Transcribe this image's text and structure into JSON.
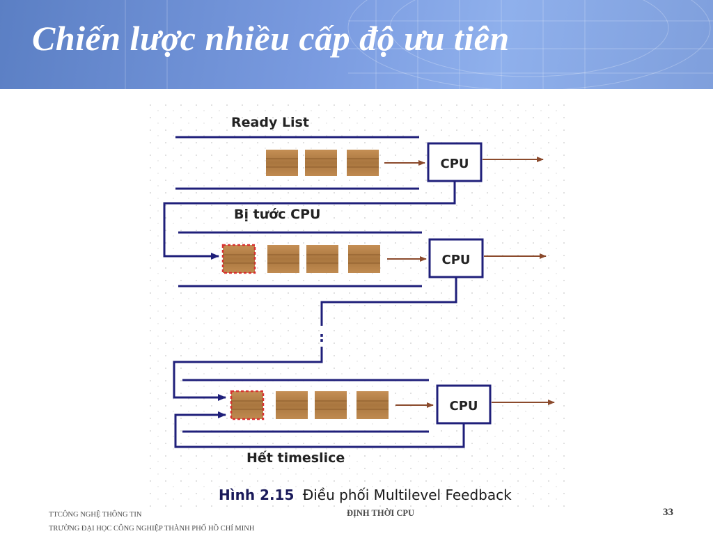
{
  "slide": {
    "title": "Chiến lược nhiều cấp độ ưu tiên",
    "page_number": "33"
  },
  "diagram": {
    "ready_list_label": "Ready List",
    "preempted_label": "Bị tước CPU",
    "timeslice_label": "Hết timeslice",
    "cpu_label": "CPU",
    "ellipsis": ":",
    "caption_prefix": "Hình 2.15",
    "caption_text": "Điều phối Multilevel Feedback"
  },
  "footer": {
    "org_line1": "TTCÔNG NGHỆ THÔNG TIN",
    "org_line2": "TRƯỜNG ĐẠI HỌC CÔNG NGHIỆP THÀNH PHỐ HỒ CHÍ MINH",
    "section": "ĐỊNH THỜI CPU"
  },
  "colors": {
    "header_blue": "#6f91d6",
    "queue_line": "#1f1f7a",
    "arrow_brown": "#8b4a2c",
    "process_block": "#b8854a",
    "preempted_border": "#d83030"
  }
}
